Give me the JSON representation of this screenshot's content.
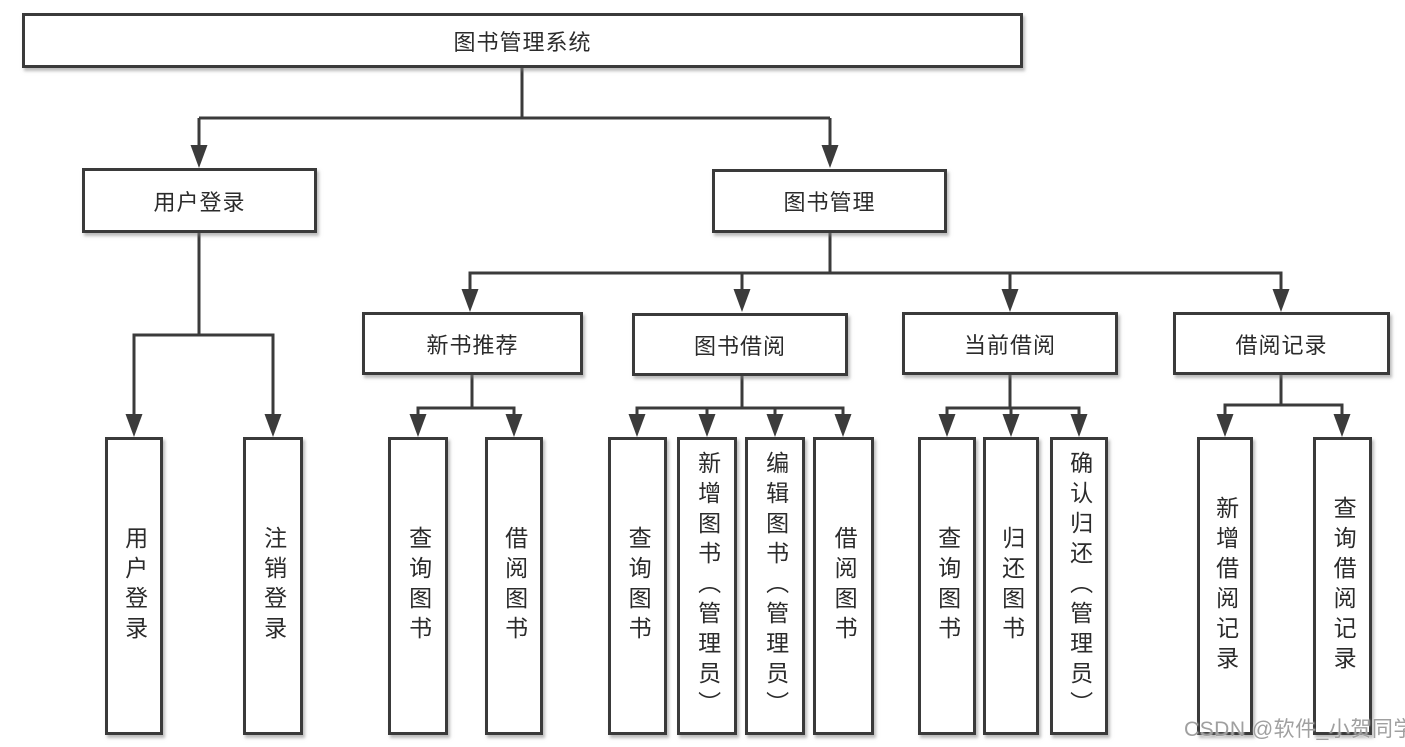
{
  "diagram": {
    "root": {
      "label": "图书管理系统"
    },
    "branches": [
      {
        "label": "用户登录",
        "children": [
          {
            "label": "用户登录"
          },
          {
            "label": "注销登录"
          }
        ]
      },
      {
        "label": "图书管理",
        "children": [
          {
            "label": "新书推荐",
            "children": [
              {
                "label": "查询图书"
              },
              {
                "label": "借阅图书"
              }
            ]
          },
          {
            "label": "图书借阅",
            "children": [
              {
                "label": "查询图书"
              },
              {
                "label": "新增图书（管理员）"
              },
              {
                "label": "编辑图书（管理员）"
              },
              {
                "label": "借阅图书"
              }
            ]
          },
          {
            "label": "当前借阅",
            "children": [
              {
                "label": "查询图书"
              },
              {
                "label": "归还图书"
              },
              {
                "label": "确认归还（管理员）"
              }
            ]
          },
          {
            "label": "借阅记录",
            "children": [
              {
                "label": "新增借阅记录"
              },
              {
                "label": "查询借阅记录"
              }
            ]
          }
        ]
      }
    ],
    "watermark": "CSDN @软件_小贺同学",
    "line_color": "#3b3b3b"
  }
}
